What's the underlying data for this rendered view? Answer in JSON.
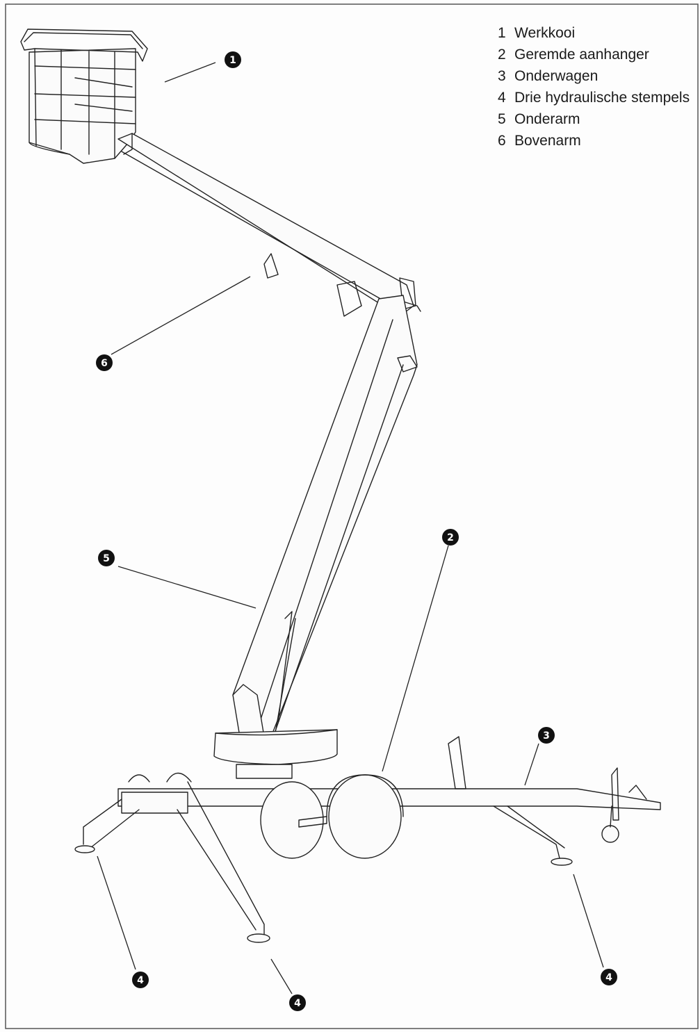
{
  "legend": [
    {
      "number": "1",
      "label": "Werkkooi"
    },
    {
      "number": "2",
      "label": "Geremde aanhanger"
    },
    {
      "number": "3",
      "label": "Onderwagen"
    },
    {
      "number": "4",
      "label": "Drie hydraulische stempels"
    },
    {
      "number": "5",
      "label": "Onderarm"
    },
    {
      "number": "6",
      "label": "Bovenarm"
    }
  ],
  "callouts": {
    "c1": "1",
    "c2": "2",
    "c3": "3",
    "c4a": "4",
    "c4b": "4",
    "c4c": "4",
    "c5": "5",
    "c6": "6"
  }
}
